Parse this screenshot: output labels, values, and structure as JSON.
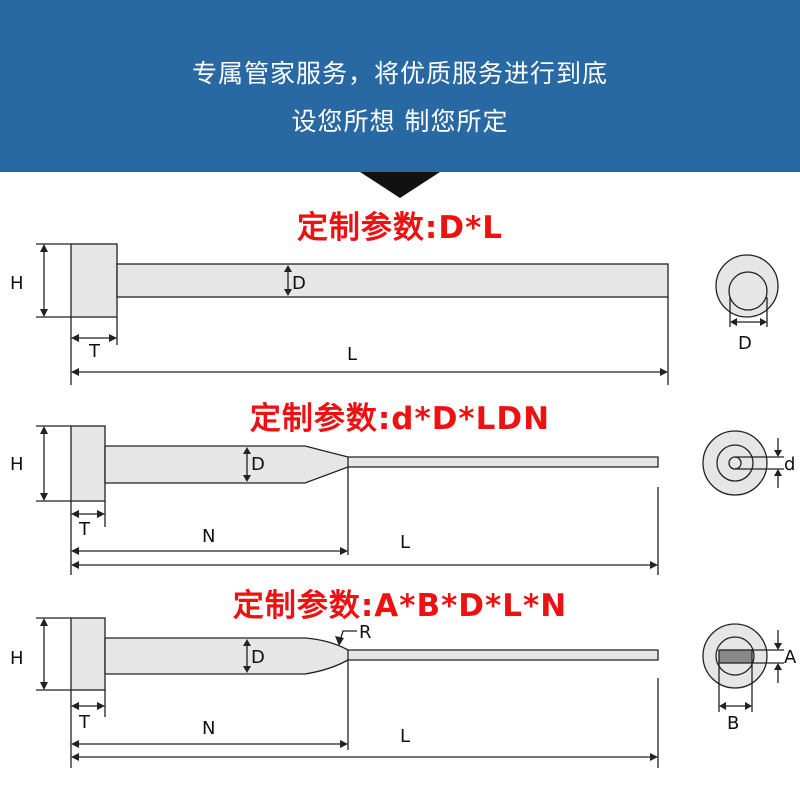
{
  "banner": {
    "line1": "专属管家服务，将优质服务进行到底",
    "line2": "设您所想 制您所定"
  },
  "colors": {
    "banner_bg": "#2869a4",
    "title_red": "#ee1111",
    "part_fill": "#e6e6e6",
    "outline": "#222222"
  },
  "diagrams": [
    {
      "title": "定制参数:D*L",
      "labels": {
        "h": "H",
        "d": "D",
        "t": "T",
        "l": "L",
        "end_d": "D"
      }
    },
    {
      "title": "定制参数:d*D*LDN",
      "labels": {
        "h": "H",
        "d": "D",
        "t": "T",
        "n": "N",
        "l": "L",
        "end_small_d": "d"
      }
    },
    {
      "title": "定制参数:A*B*D*L*N",
      "labels": {
        "h": "H",
        "d": "D",
        "t": "T",
        "n": "N",
        "l": "L",
        "r": "R",
        "end_a": "A",
        "end_b": "B"
      }
    }
  ]
}
